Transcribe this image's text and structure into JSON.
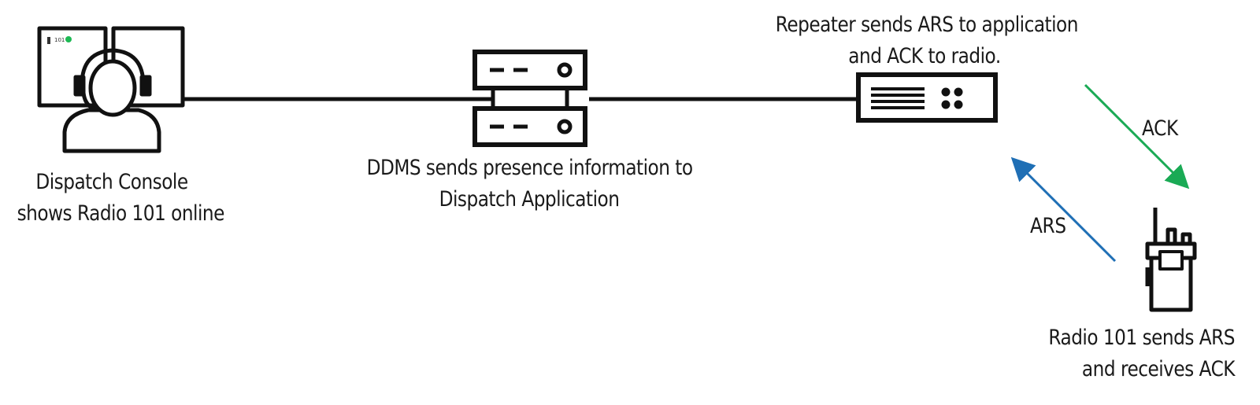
{
  "console": {
    "caption_line1": "Dispatch Console",
    "caption_line2": "shows Radio 101 online",
    "screen_label": "101",
    "online_color": "#1db954"
  },
  "ddms": {
    "caption_line1": "DDMS sends presence information to",
    "caption_line2": "Dispatch Application"
  },
  "repeater": {
    "caption_line1": "Repeater sends ARS to application",
    "caption_line2": "and ACK to radio."
  },
  "radio": {
    "caption_line1": "Radio 101 sends ARS",
    "caption_line2": "and receives ACK"
  },
  "arrows": {
    "ack_label": "ACK",
    "ack_color": "#1aaa55",
    "ars_label": "ARS",
    "ars_color": "#1f6fb5"
  },
  "icons": {
    "console": "dispatcher-headset-icon",
    "ddms": "server-stack-icon",
    "repeater": "repeater-icon",
    "radio": "two-way-radio-icon"
  }
}
